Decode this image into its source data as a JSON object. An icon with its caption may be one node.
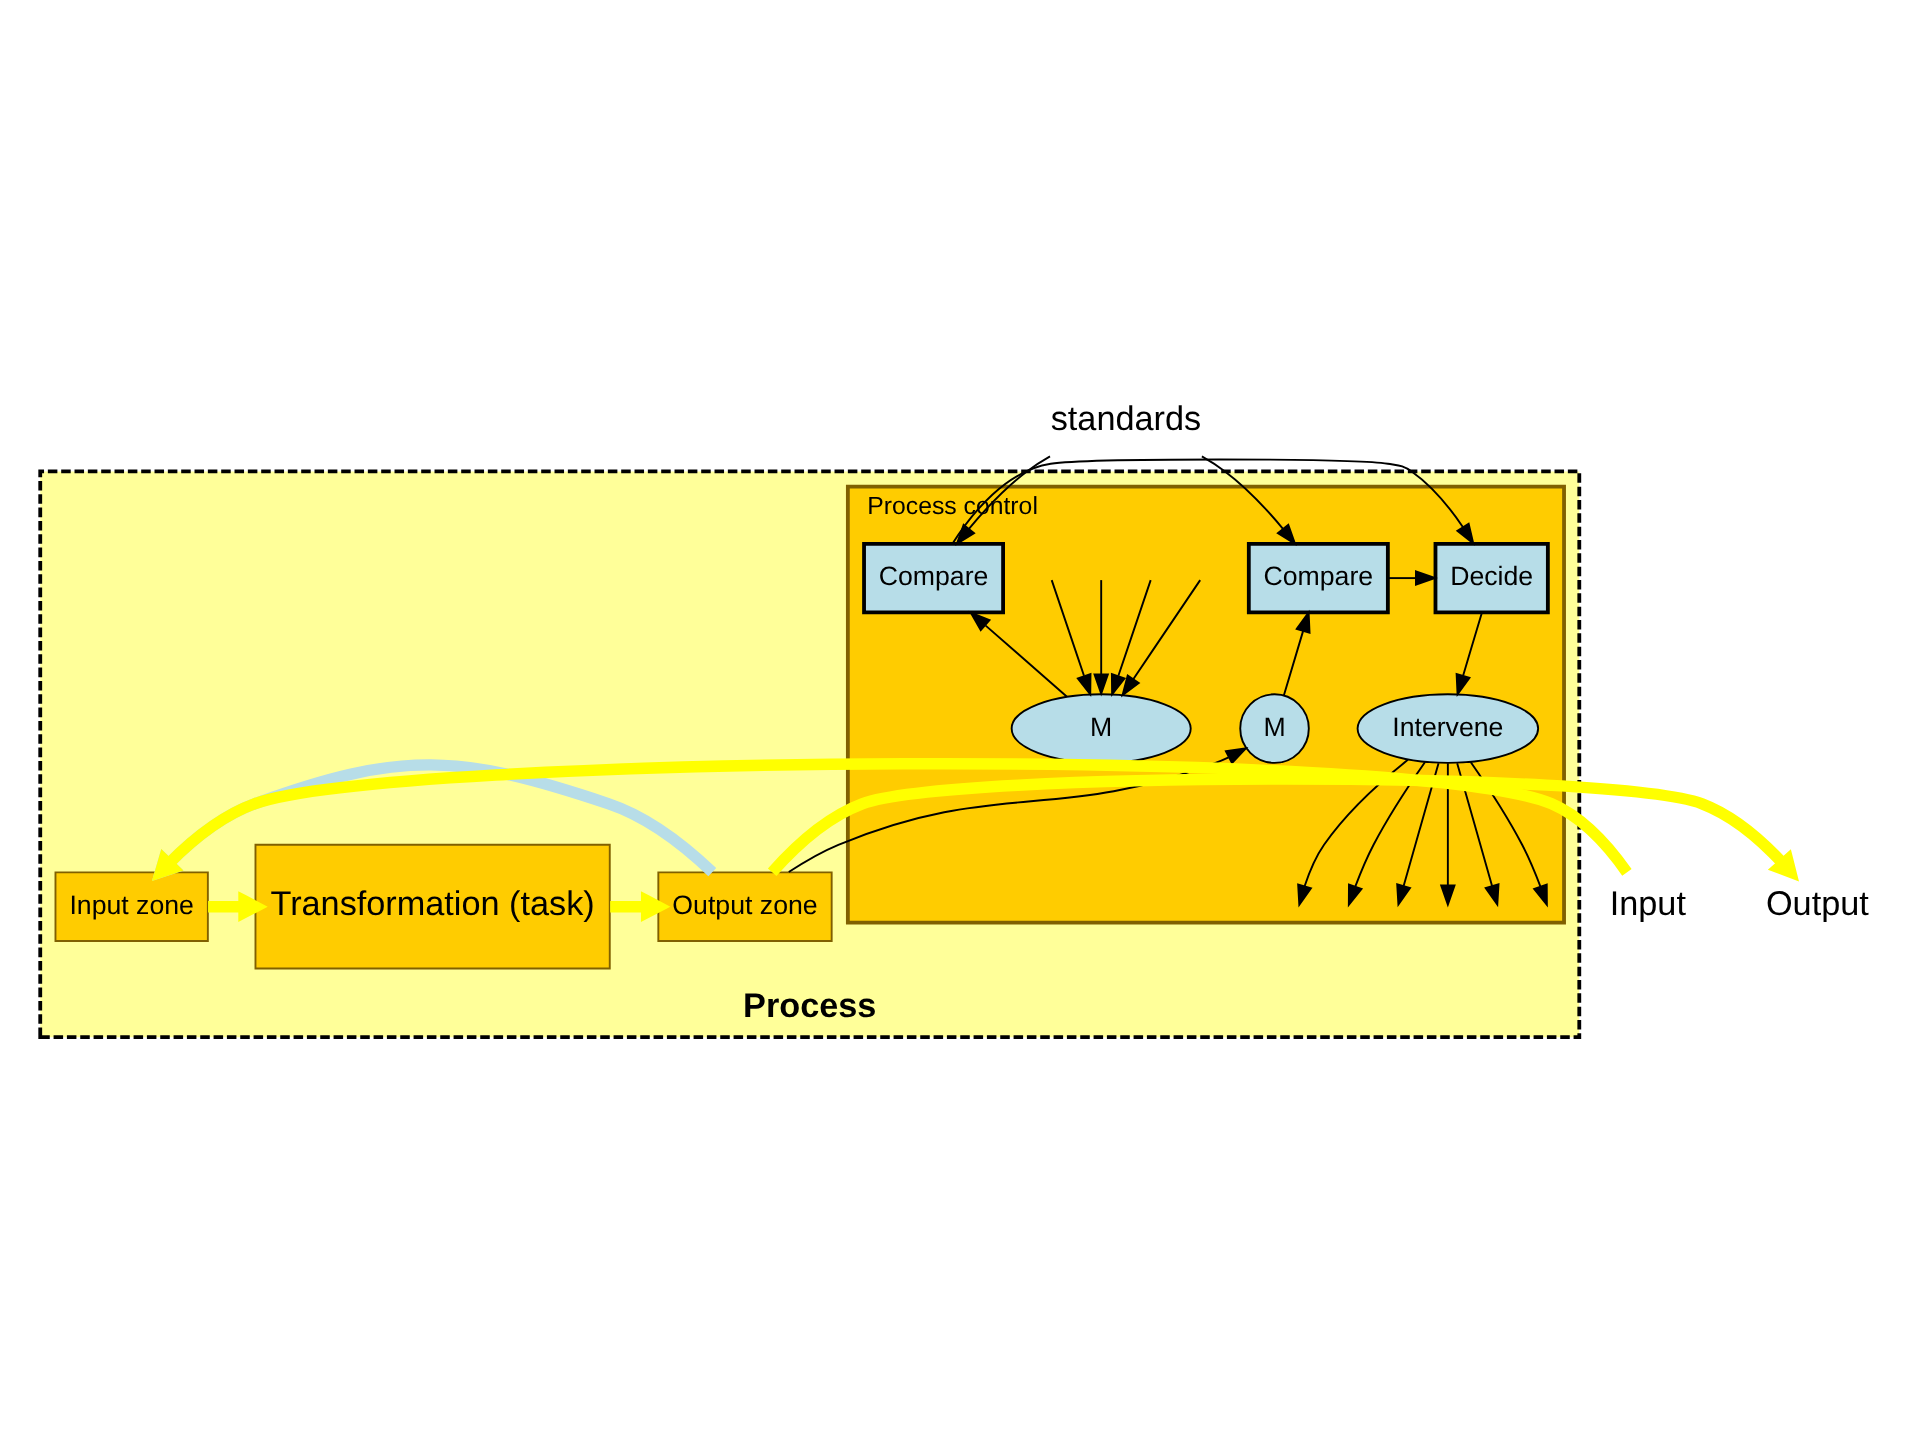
{
  "diagram": {
    "nodes": [
      {
        "text": [
          "Process"
        ]
      },
      {
        "text": [
          "Process control"
        ],
        "in": 0
      },
      {
        "text": [
          "Compare"
        ],
        "in": 1
      },
      {
        "text": [
          "Decide"
        ],
        "in": 1
      },
      {
        "text": [
          "Compare"
        ],
        "in": 1
      },
      {
        "text": [
          "M"
        ],
        "in": 1
      },
      {
        "text": [
          "Intervene"
        ],
        "in": 1
      },
      {
        "text": [
          "M"
        ],
        "in": 1
      },
      {
        "text": [
          "Input zone"
        ],
        "in": 0
      },
      {
        "text": [
          "Transformation (task)"
        ],
        "in": 0
      },
      {
        "text": [
          "Output zone"
        ],
        "in": 0
      },
      {
        "text": [
          "standards"
        ]
      },
      {
        "text": [
          "Input"
        ]
      },
      {
        "text": [
          "Output"
        ]
      }
    ],
    "edges": [
      {
        "from": 11,
        "to": 2,
        "arrow": "to"
      },
      {
        "from": 11,
        "to": 4,
        "arrow": "to"
      },
      {
        "from": 2,
        "to": 3,
        "arrow": "to"
      },
      {
        "from": 4,
        "to": 3,
        "arrow": "to"
      },
      {
        "from": 5,
        "to": 2,
        "arrow": "to"
      },
      {
        "from": 3,
        "to": 6,
        "arrow": "to"
      },
      {
        "from": 7,
        "to": 4,
        "arrow": "to"
      },
      {
        "from": 10,
        "to": 7,
        "arrow": "to"
      },
      {
        "from": null,
        "to": 5,
        "arrow": "to"
      },
      {
        "from": null,
        "to": 5,
        "arrow": "to"
      },
      {
        "from": null,
        "to": 5,
        "arrow": "to"
      },
      {
        "from": null,
        "to": 5,
        "arrow": "to"
      },
      {
        "from": 6,
        "to": null,
        "arrow": "to"
      },
      {
        "from": 6,
        "to": null,
        "arrow": "to"
      },
      {
        "from": 6,
        "to": null,
        "arrow": "to"
      },
      {
        "from": 6,
        "to": null,
        "arrow": "to"
      },
      {
        "from": 6,
        "to": null,
        "arrow": "to"
      },
      {
        "from": 6,
        "to": null,
        "arrow": "to"
      },
      {
        "from": 12,
        "to": 8,
        "arrow": "to",
        "style": "thick",
        "color": "#ffff00"
      },
      {
        "from": 8,
        "to": 9,
        "arrow": "to",
        "style": "thick",
        "color": "#ffff00"
      },
      {
        "from": 9,
        "to": 10,
        "arrow": "to",
        "style": "thick",
        "color": "#ffff00"
      },
      {
        "from": 10,
        "to": 13,
        "arrow": "to",
        "style": "thick",
        "color": "#ffff00"
      },
      {
        "from": 10,
        "to": 8,
        "arrow": "to",
        "style": "thick",
        "color": "#b7dde8"
      }
    ]
  }
}
